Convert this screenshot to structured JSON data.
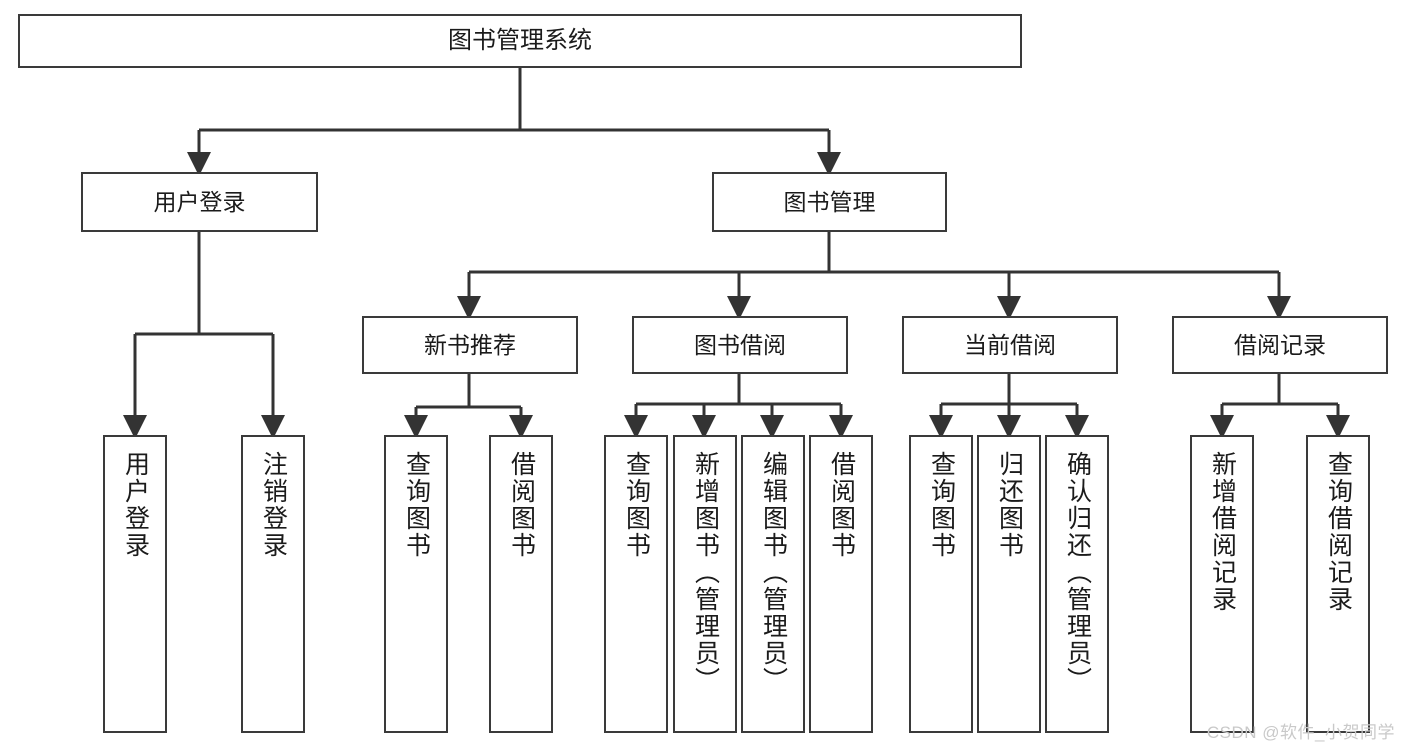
{
  "diagram": {
    "type": "tree-hierarchy",
    "title": "图书管理系统",
    "watermark": "CSDN @软件_小贺同学",
    "colors": {
      "box_border": "#3a3a3a",
      "box_fill": "#ffffff",
      "connector": "#333333",
      "text": "#1b1b1b",
      "watermark": "#c9c9c9",
      "background": "#ffffff"
    },
    "nodes": {
      "root": {
        "label": "图书管理系统"
      },
      "level2": [
        {
          "id": "user-login",
          "label": "用户登录"
        },
        {
          "id": "book-management",
          "label": "图书管理"
        }
      ],
      "level3": [
        {
          "id": "new-book-recommend",
          "label": "新书推荐"
        },
        {
          "id": "book-borrow",
          "label": "图书借阅"
        },
        {
          "id": "current-borrow",
          "label": "当前借阅"
        },
        {
          "id": "borrow-record",
          "label": "借阅记录"
        }
      ],
      "leaves": {
        "user-login": [
          {
            "id": "leaf-user-login",
            "label": "用户登录"
          },
          {
            "id": "leaf-logout-login",
            "label": "注销登录"
          }
        ],
        "new-book-recommend": [
          {
            "id": "leaf-query-book-1",
            "label": "查询图书"
          },
          {
            "id": "leaf-borrow-book-1",
            "label": "借阅图书"
          }
        ],
        "book-borrow": [
          {
            "id": "leaf-query-book-2",
            "label": "查询图书"
          },
          {
            "id": "leaf-add-book",
            "label": "新增图书（管理员）"
          },
          {
            "id": "leaf-edit-book",
            "label": "编辑图书（管理员）"
          },
          {
            "id": "leaf-borrow-book-2",
            "label": "借阅图书"
          }
        ],
        "current-borrow": [
          {
            "id": "leaf-query-book-3",
            "label": "查询图书"
          },
          {
            "id": "leaf-return-book",
            "label": "归还图书"
          },
          {
            "id": "leaf-confirm-return",
            "label": "确认归还（管理员）"
          }
        ],
        "borrow-record": [
          {
            "id": "leaf-add-record",
            "label": "新增借阅记录"
          },
          {
            "id": "leaf-query-record",
            "label": "查询借阅记录"
          }
        ]
      }
    }
  }
}
